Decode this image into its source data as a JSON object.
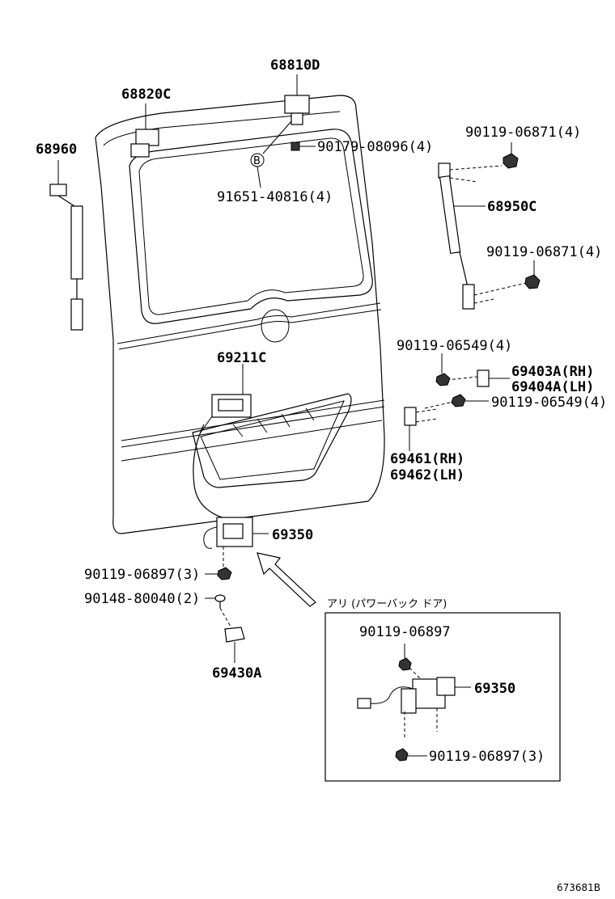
{
  "labels": {
    "p68810d": "68810D",
    "p68820c": "68820C",
    "p68960": "68960",
    "p90179": "90179-08096(4)",
    "p91651": "91651-40816(4)",
    "marker_b": "B",
    "p90119_06871_top": "90119-06871(4)",
    "p68950c": "68950C",
    "p90119_06871_bottom": "90119-06871(4)",
    "p90119_06549_top": "90119-06549(4)",
    "p69403a": "69403A(RH)",
    "p69404a": "69404A(LH)",
    "p90119_06549_bottom": "90119-06549(4)",
    "p69461": "69461(RH)",
    "p69462": "69462(LH)",
    "p69211c": "69211C",
    "p69350_main": "69350",
    "p90119_06897_3": "90119-06897(3)",
    "p90148": "90148-80040(2)",
    "p69430a": "69430A",
    "inset_title": "アリ (パワーバック ドア)",
    "inset_p90119_06897": "90119-06897",
    "inset_p69350": "69350",
    "inset_p90119_06897_3": "90119-06897(3)",
    "diagram_id": "673681B"
  }
}
